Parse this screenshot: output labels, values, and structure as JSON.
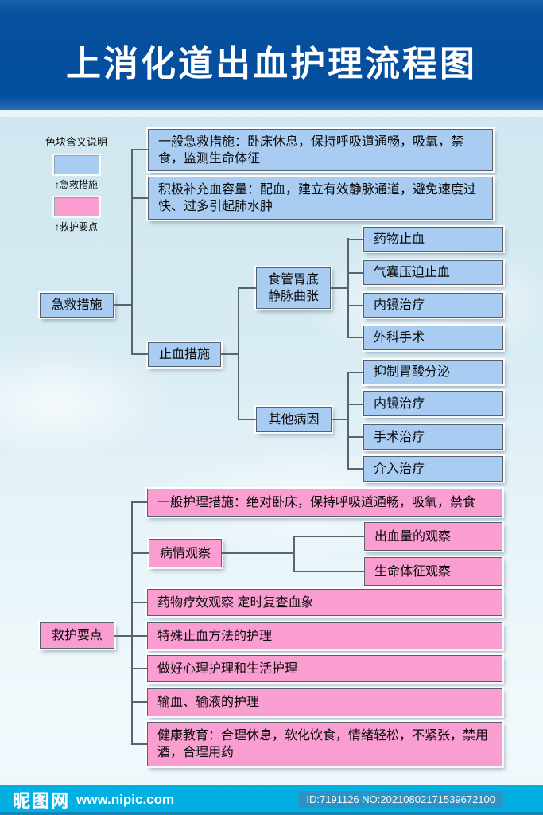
{
  "header": {
    "title": "上消化道出血护理流程图"
  },
  "legend": {
    "title": "色块含义说明",
    "emergency_label": "↑急救措施",
    "care_label": "↑救护要点"
  },
  "flow": {
    "emergency": {
      "root": "急救措施",
      "general": "一般急救措施：卧床休息，保持呼吸道通畅，吸氧，禁食，监测生命体征",
      "blood_volume": "积极补充血容量：配血，建立有效静脉通道，避免速度过快、过多引起肺水肿",
      "hemostasis": "止血措施",
      "varices": "食管胃底\n静脉曲张",
      "varices_children": [
        "药物止血",
        "气囊压迫止血",
        "内镜治疗",
        "外科手术"
      ],
      "other": "其他病因",
      "other_children": [
        "抑制胃酸分泌",
        "内镜治疗",
        "手术治疗",
        "介入治疗"
      ]
    },
    "care": {
      "root": "救护要点",
      "general": "一般护理措施：绝对卧床，保持呼吸道通畅，吸氧，禁食",
      "observation": "病情观察",
      "observation_children": [
        "出血量的观察",
        "生命体征观察"
      ],
      "drug_effect": "药物疗效观察 定时复查血象",
      "special": "特殊止血方法的护理",
      "psych": "做好心理护理和生活护理",
      "transfusion": "输血、输液的护理",
      "education": "健康教育：合理休息，软化饮食，情绪轻松，不紧张，禁用酒，合理用药"
    }
  },
  "footer": {
    "site_name": "昵图网",
    "site_url": "www.nipic.com",
    "id_text": "ID:7191126 NO:20210802171539672100"
  },
  "colors": {
    "header_bg": "#07509e",
    "emergency_fill": "#a9cdf2",
    "care_fill": "#fa9ed2",
    "footer_bg": "#00b0e2",
    "connector": "#5a6470"
  }
}
